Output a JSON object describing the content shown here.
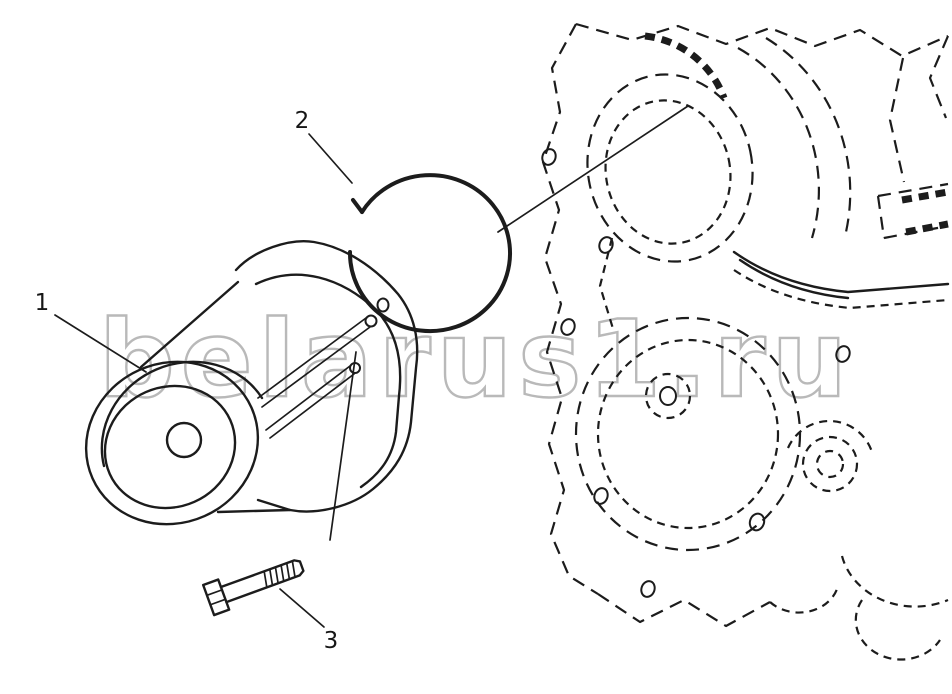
{
  "page": {
    "background": "#ffffff",
    "line_color": "#1c1c1c",
    "watermark_color": "#a8a8a8"
  },
  "watermark": {
    "text": "belarus1.ru"
  },
  "callouts": [
    {
      "label": "1"
    },
    {
      "label": "2"
    },
    {
      "label": "3"
    }
  ]
}
